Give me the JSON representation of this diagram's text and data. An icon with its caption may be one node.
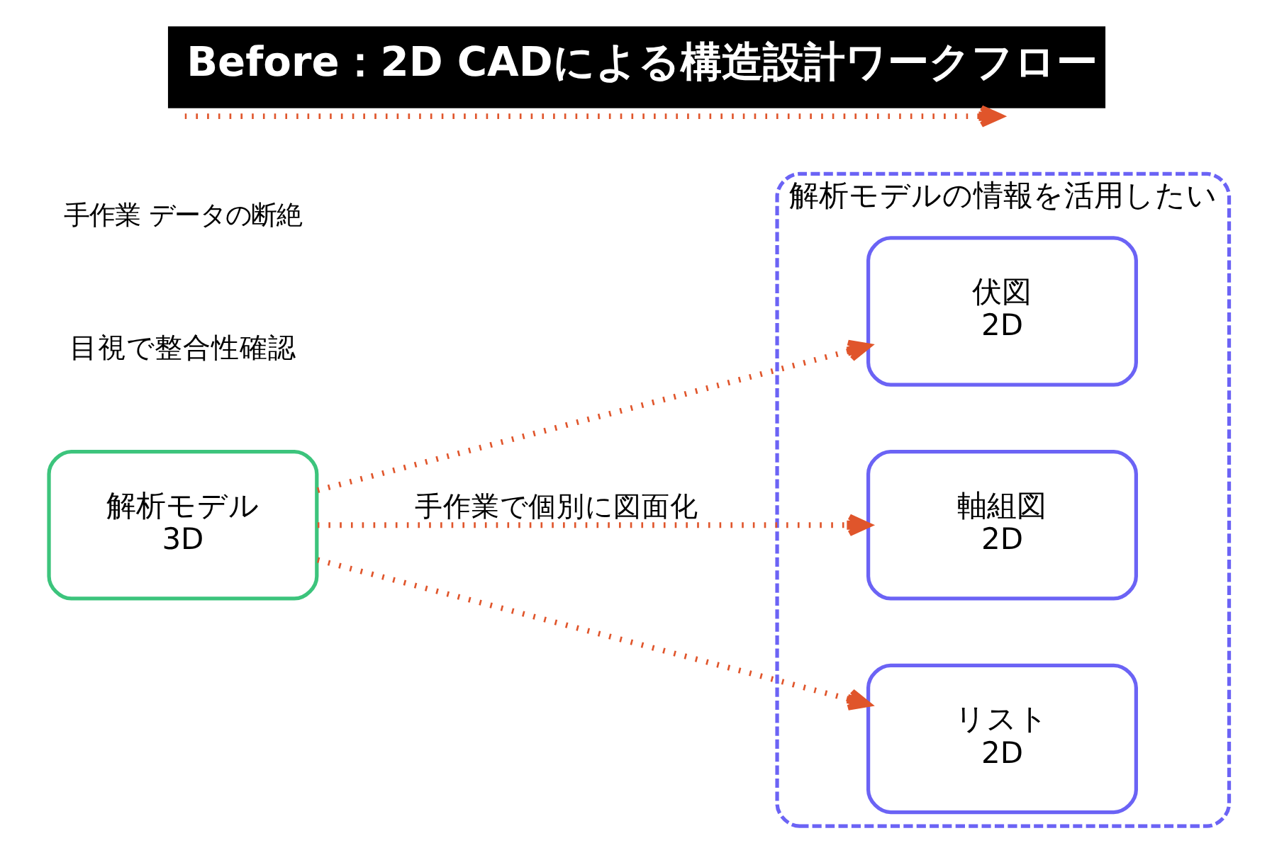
{
  "diagram": {
    "title": "Before：2D CADによる構造設計ワークフロー",
    "nodes": [
      {
        "text": [
          "解析モデルの情報を活用したい"
        ]
      },
      {
        "text": [
          "伏図",
          "2D"
        ],
        "in": 0
      },
      {
        "text": [
          "軸組図",
          "2D"
        ],
        "in": 0
      },
      {
        "text": [
          "リスト",
          "2D"
        ],
        "in": 0
      },
      {
        "text": [
          "解析モデル",
          "3D"
        ]
      }
    ],
    "edges": [
      {
        "from": 4,
        "to": 1,
        "arrow": "to"
      },
      {
        "from": 4,
        "to": 2,
        "arrow": "to",
        "label": "手作業で個別に図面化"
      },
      {
        "from": 4,
        "to": 3,
        "arrow": "to"
      }
    ],
    "labels": [
      "目視で整合性確認"
    ],
    "legend": [
      {
        "text": "手作業 データの断絶"
      }
    ]
  }
}
